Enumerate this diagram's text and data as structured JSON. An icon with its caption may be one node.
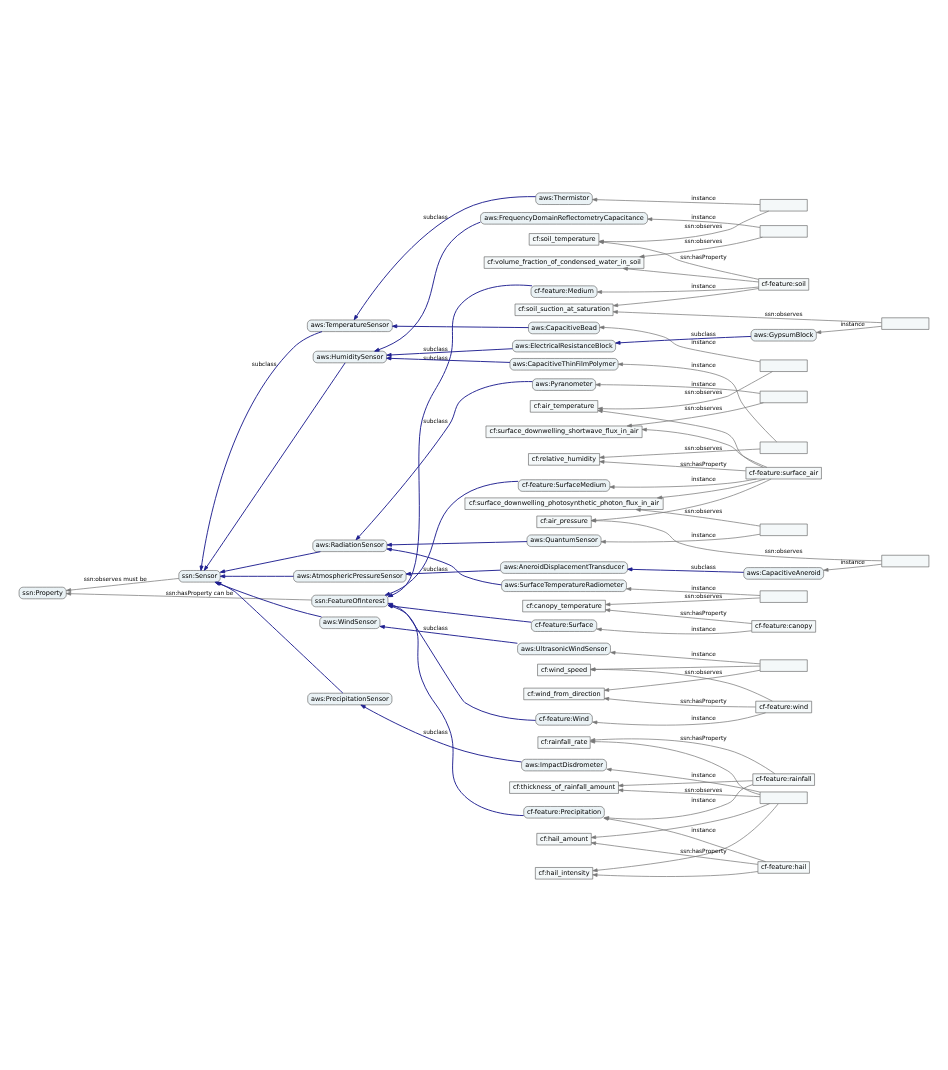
{
  "diagram": {
    "nodes": [
      {
        "text": [
          "ssn:Sensor"
        ]
      },
      {
        "text": [
          "ssn:Property"
        ]
      },
      {
        "text": [
          "ssn:FeatureOfInterest"
        ]
      },
      {
        "text": [
          "aws:TemperatureSensor"
        ]
      },
      {
        "text": [
          "aws:Thermistor"
        ]
      },
      {
        "text": [],
        "shape": "box"
      },
      {
        "text": [
          "cf:soil_temperature"
        ]
      },
      {
        "text": [
          "aws:CapacitiveBead"
        ]
      },
      {
        "text": [],
        "shape": "box"
      },
      {
        "text": [
          "cf:air_temperature"
        ]
      },
      {
        "text": [
          "aws:HumiditySensor"
        ]
      },
      {
        "text": [
          "aws:ElectricalResistanceBlock"
        ]
      },
      {
        "text": [
          "aws:GypsumBlock"
        ]
      },
      {
        "text": [],
        "shape": "box"
      },
      {
        "text": [
          "cf:soil_suction_at_saturation"
        ]
      },
      {
        "text": [
          "cf-feature:Medium"
        ]
      },
      {
        "text": [
          "cf-feature:soil"
        ]
      },
      {
        "text": [
          "aws:FrequencyDomainReflectometryCapacitance"
        ]
      },
      {
        "text": [],
        "shape": "box"
      },
      {
        "text": [
          "cf:volume_fraction_of_condensed_water_in_soil"
        ]
      },
      {
        "text": [
          "aws:CapacitiveThinFilmPolymer"
        ]
      },
      {
        "text": [],
        "shape": "box"
      },
      {
        "text": [
          "cf:relative_humidity"
        ]
      },
      {
        "text": [
          "cf-feature:SurfaceMedium"
        ]
      },
      {
        "text": [
          "cf-feature:surface_air"
        ]
      },
      {
        "text": [
          "aws:AtmosphericPressureSensor"
        ]
      },
      {
        "text": [
          "aws:AneroidDisplacementTransducer"
        ]
      },
      {
        "text": [
          "aws:CapacitiveAneroid"
        ]
      },
      {
        "text": [],
        "shape": "box"
      },
      {
        "text": [
          "cf:air_pressure"
        ]
      },
      {
        "text": [
          "aws:WindSensor"
        ]
      },
      {
        "text": [
          "aws:UltrasonicWindSensor"
        ]
      },
      {
        "text": [],
        "shape": "box"
      },
      {
        "text": [
          "cf:wind_speed"
        ]
      },
      {
        "text": [
          "cf:wind_from_direction"
        ]
      },
      {
        "text": [
          "cf-feature:Wind"
        ]
      },
      {
        "text": [
          "cf-feature:wind"
        ]
      },
      {
        "text": [
          "aws:PrecipitationSensor"
        ]
      },
      {
        "text": [
          "aws:ImpactDisdrometer"
        ]
      },
      {
        "text": [],
        "shape": "box"
      },
      {
        "text": [
          "cf:rainfall_rate"
        ]
      },
      {
        "text": [
          "cf:thickness_of_rainfall_amount"
        ]
      },
      {
        "text": [
          "cf:hail_amount"
        ]
      },
      {
        "text": [
          "cf:hail_intensity"
        ]
      },
      {
        "text": [
          "cf-feature:Precipitation"
        ]
      },
      {
        "text": [
          "cf-feature:rainfall"
        ]
      },
      {
        "text": [
          "cf-feature:hail"
        ]
      },
      {
        "text": [
          "aws:RadiationSensor"
        ]
      },
      {
        "text": [
          "aws:Pyranometer"
        ]
      },
      {
        "text": [],
        "shape": "box"
      },
      {
        "text": [
          "cf:surface_downwelling_shortwave_flux_in_air"
        ]
      },
      {
        "text": [
          "aws:QuantumSensor"
        ]
      },
      {
        "text": [],
        "shape": "box"
      },
      {
        "text": [
          "cf:surface_downwelling_photosynthetic_photon_flux_in_air"
        ]
      },
      {
        "text": [
          "aws:SurfaceTemperatureRadiometer"
        ]
      },
      {
        "text": [],
        "shape": "box"
      },
      {
        "text": [
          "cf:canopy_temperature"
        ]
      },
      {
        "text": [
          "cf-feature:Surface"
        ]
      },
      {
        "text": [
          "cf-feature:canopy"
        ]
      }
    ],
    "edges": [
      {
        "from": 0,
        "to": 1,
        "arrow": "to",
        "label": "ssn:observes must be"
      },
      {
        "from": 2,
        "to": 1,
        "arrow": "to",
        "label": "ssn:hasProperty can be"
      },
      {
        "from": 3,
        "to": 0,
        "arrow": "to",
        "label": "subclass",
        "color": "#1f1f8f"
      },
      {
        "from": 10,
        "to": 0,
        "arrow": "to",
        "color": "#1f1f8f"
      },
      {
        "from": 25,
        "to": 0,
        "arrow": "to",
        "color": "#1f1f8f"
      },
      {
        "from": 30,
        "to": 0,
        "arrow": "to",
        "color": "#1f1f8f"
      },
      {
        "from": 37,
        "to": 0,
        "arrow": "to",
        "color": "#1f1f8f"
      },
      {
        "from": 47,
        "to": 0,
        "arrow": "to",
        "color": "#1f1f8f"
      },
      {
        "from": 15,
        "to": 2,
        "arrow": "to",
        "label": "subclass",
        "color": "#1f1f8f"
      },
      {
        "from": 23,
        "to": 2,
        "arrow": "to",
        "color": "#1f1f8f"
      },
      {
        "from": 35,
        "to": 2,
        "arrow": "to",
        "color": "#1f1f8f"
      },
      {
        "from": 44,
        "to": 2,
        "arrow": "to",
        "color": "#1f1f8f"
      },
      {
        "from": 57,
        "to": 2,
        "arrow": "to",
        "color": "#1f1f8f"
      },
      {
        "from": 4,
        "to": 3,
        "arrow": "to",
        "label": "subclass",
        "color": "#1f1f8f"
      },
      {
        "from": 7,
        "to": 3,
        "arrow": "to",
        "color": "#1f1f8f"
      },
      {
        "from": 5,
        "to": 4,
        "arrow": "to",
        "label": "instance"
      },
      {
        "from": 5,
        "to": 6,
        "arrow": "to",
        "label": "ssn:observes"
      },
      {
        "from": 8,
        "to": 7,
        "arrow": "to",
        "label": "instance"
      },
      {
        "from": 8,
        "to": 9,
        "arrow": "to",
        "label": "ssn:observes"
      },
      {
        "from": 11,
        "to": 10,
        "arrow": "to",
        "label": "subclass",
        "color": "#1f1f8f"
      },
      {
        "from": 17,
        "to": 10,
        "arrow": "to",
        "color": "#1f1f8f"
      },
      {
        "from": 20,
        "to": 10,
        "arrow": "to",
        "color": "#1f1f8f"
      },
      {
        "from": 12,
        "to": 11,
        "arrow": "to",
        "label": "subclass",
        "color": "#1f1f8f"
      },
      {
        "from": 13,
        "to": 12,
        "arrow": "to",
        "label": "instance"
      },
      {
        "from": 13,
        "to": 14,
        "arrow": "to",
        "label": "ssn:observes"
      },
      {
        "from": 16,
        "to": 15,
        "arrow": "to",
        "label": "instance"
      },
      {
        "from": 16,
        "to": 6,
        "arrow": "to",
        "label": "ssn:hasProperty"
      },
      {
        "from": 16,
        "to": 14,
        "arrow": "to"
      },
      {
        "from": 16,
        "to": 19,
        "arrow": "to"
      },
      {
        "from": 18,
        "to": 17,
        "arrow": "to",
        "label": "instance"
      },
      {
        "from": 18,
        "to": 19,
        "arrow": "to",
        "label": "ssn:observes"
      },
      {
        "from": 21,
        "to": 20,
        "arrow": "to",
        "label": "instance"
      },
      {
        "from": 21,
        "to": 22,
        "arrow": "to",
        "label": "ssn:observes"
      },
      {
        "from": 24,
        "to": 23,
        "arrow": "to",
        "label": "instance"
      },
      {
        "from": 24,
        "to": 22,
        "arrow": "to",
        "label": "ssn:hasProperty"
      },
      {
        "from": 24,
        "to": 9,
        "arrow": "to"
      },
      {
        "from": 24,
        "to": 29,
        "arrow": "to"
      },
      {
        "from": 24,
        "to": 50,
        "arrow": "to"
      },
      {
        "from": 24,
        "to": 53,
        "arrow": "to"
      },
      {
        "from": 26,
        "to": 25,
        "arrow": "to",
        "label": "subclass",
        "color": "#1f1f8f"
      },
      {
        "from": 27,
        "to": 26,
        "arrow": "to",
        "label": "subclass",
        "color": "#1f1f8f"
      },
      {
        "from": 28,
        "to": 27,
        "arrow": "to",
        "label": "instance"
      },
      {
        "from": 28,
        "to": 29,
        "arrow": "to",
        "label": "ssn:observes"
      },
      {
        "from": 31,
        "to": 30,
        "arrow": "to",
        "label": "subclass",
        "color": "#1f1f8f"
      },
      {
        "from": 32,
        "to": 31,
        "arrow": "to",
        "label": "instance"
      },
      {
        "from": 32,
        "to": 34,
        "arrow": "to",
        "label": "ssn:observes"
      },
      {
        "from": 32,
        "to": 33,
        "arrow": "to"
      },
      {
        "from": 36,
        "to": 35,
        "arrow": "to",
        "label": "instance"
      },
      {
        "from": 36,
        "to": 34,
        "arrow": "to",
        "label": "ssn:hasProperty"
      },
      {
        "from": 36,
        "to": 33,
        "arrow": "to"
      },
      {
        "from": 38,
        "to": 37,
        "arrow": "to",
        "label": "subclass",
        "color": "#1f1f8f"
      },
      {
        "from": 39,
        "to": 38,
        "arrow": "to",
        "label": "instance"
      },
      {
        "from": 39,
        "to": 41,
        "arrow": "to",
        "label": "ssn:observes"
      },
      {
        "from": 39,
        "to": 40,
        "arrow": "to"
      },
      {
        "from": 39,
        "to": 42,
        "arrow": "to"
      },
      {
        "from": 39,
        "to": 43,
        "arrow": "to"
      },
      {
        "from": 45,
        "to": 44,
        "arrow": "to",
        "label": "instance"
      },
      {
        "from": 45,
        "to": 40,
        "arrow": "to",
        "label": "ssn:hasProperty"
      },
      {
        "from": 45,
        "to": 41,
        "arrow": "to"
      },
      {
        "from": 46,
        "to": 44,
        "arrow": "to",
        "label": "instance"
      },
      {
        "from": 46,
        "to": 42,
        "arrow": "to",
        "label": "ssn:hasProperty"
      },
      {
        "from": 46,
        "to": 43,
        "arrow": "to"
      },
      {
        "from": 48,
        "to": 47,
        "arrow": "to",
        "label": "subclass",
        "color": "#1f1f8f"
      },
      {
        "from": 51,
        "to": 47,
        "arrow": "to",
        "color": "#1f1f8f"
      },
      {
        "from": 54,
        "to": 47,
        "arrow": "to",
        "color": "#1f1f8f"
      },
      {
        "from": 49,
        "to": 48,
        "arrow": "to",
        "label": "instance"
      },
      {
        "from": 49,
        "to": 50,
        "arrow": "to",
        "label": "ssn:observes"
      },
      {
        "from": 52,
        "to": 51,
        "arrow": "to",
        "label": "instance"
      },
      {
        "from": 52,
        "to": 53,
        "arrow": "to",
        "label": "ssn:observes"
      },
      {
        "from": 55,
        "to": 54,
        "arrow": "to",
        "label": "instance"
      },
      {
        "from": 55,
        "to": 56,
        "arrow": "to",
        "label": "ssn:observes"
      },
      {
        "from": 58,
        "to": 57,
        "arrow": "to",
        "label": "instance"
      },
      {
        "from": 58,
        "to": 56,
        "arrow": "to",
        "label": "ssn:hasProperty"
      }
    ]
  }
}
